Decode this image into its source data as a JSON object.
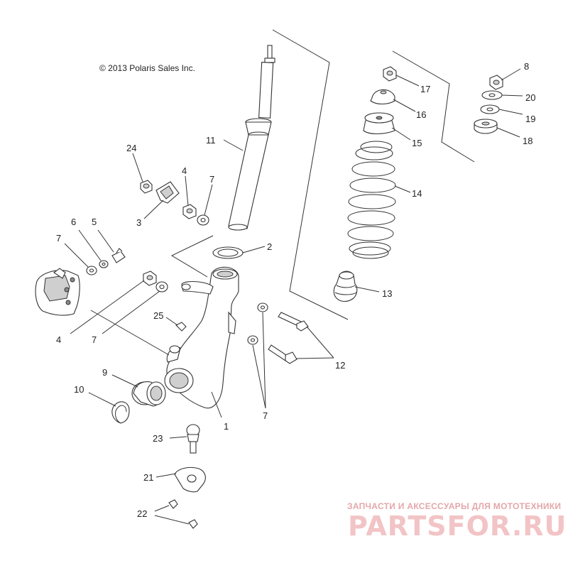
{
  "copyright": "© 2013 Polaris Sales Inc.",
  "callouts": {
    "c1": "1",
    "c2": "2",
    "c3": "3",
    "c4a": "4",
    "c4b": "4",
    "c5": "5",
    "c6": "6",
    "c7a": "7",
    "c7b": "7",
    "c7c": "7",
    "c7d": "7",
    "c8": "8",
    "c9": "9",
    "c10": "10",
    "c11": "11",
    "c12": "12",
    "c13": "13",
    "c14": "14",
    "c15": "15",
    "c16": "16",
    "c17": "17",
    "c18": "18",
    "c19": "19",
    "c20": "20",
    "c21": "21",
    "c22": "22",
    "c23": "23",
    "c24": "24",
    "c25": "25"
  },
  "watermark": {
    "tagline": "ЗАПЧАСТИ И АКСЕССУАРЫ ДЛЯ МОТОТЕХНИКИ",
    "brand": "PARTSFOR.RU"
  }
}
